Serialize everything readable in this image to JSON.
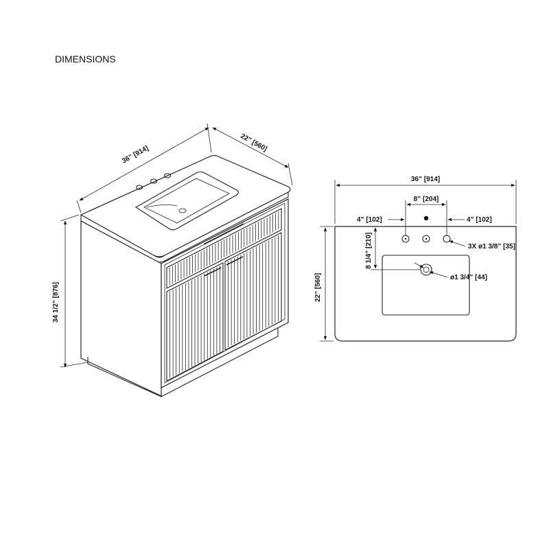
{
  "title": "DIMENSIONS",
  "iso_view": {
    "width_label": "36” [914]",
    "depth_label": "22” [560]",
    "height_label": "34 1/2” [876]"
  },
  "top_view": {
    "width_label": "36” [914]",
    "faucet_spread_label": "8” [204]",
    "left_offset_label": "4” [102]",
    "right_offset_label": "4” [102]",
    "faucet_holes_label": "3X ø1 3/8” [35]",
    "drain_offset_label": "8 1/4” [210]",
    "drain_label": "ø1 3/4” [44]",
    "depth_label": "22” [560]"
  }
}
